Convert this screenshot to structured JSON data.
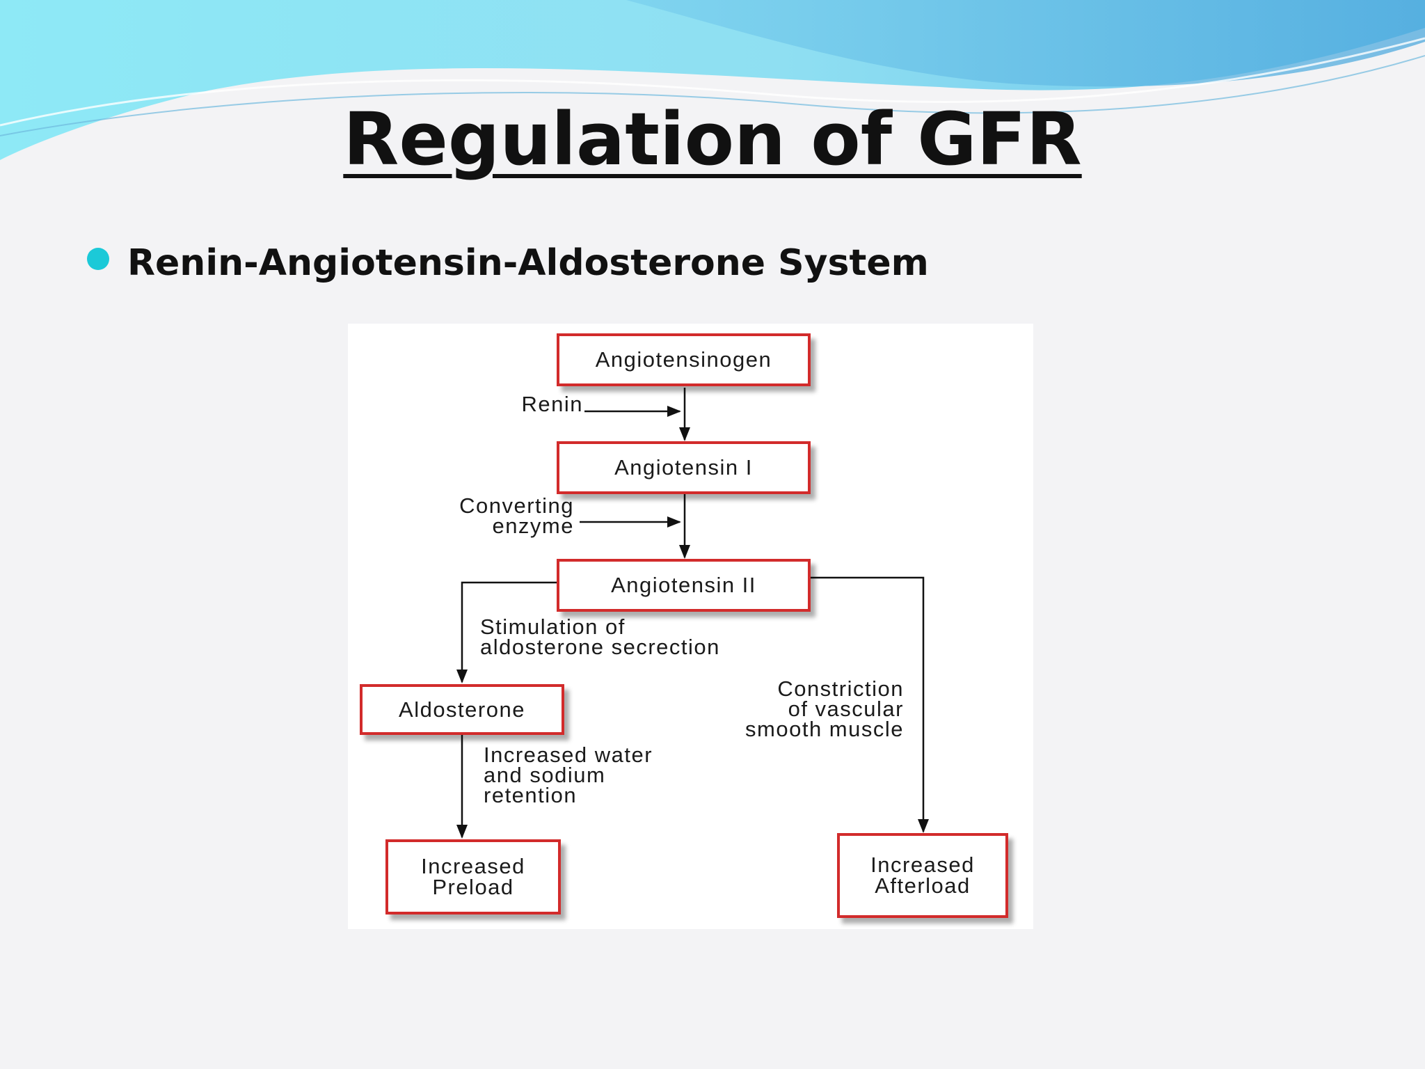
{
  "title": "Regulation of GFR",
  "bullet": "Renin-Angiotensin-Aldosterone System",
  "colors": {
    "accent": "#1bc9d8",
    "box_border": "#d22b2b",
    "wave_light": "#8fe8f5",
    "wave_dark": "#5cb3e2"
  },
  "diagram": {
    "nodes": {
      "angiotensinogen": "Angiotensinogen",
      "angiotensin_1": "Angiotensin I",
      "angiotensin_2": "Angiotensin II",
      "aldosterone": "Aldosterone",
      "increased_preload": "Increased\nPreload",
      "increased_afterload": "Increased\nAfterload"
    },
    "labels": {
      "renin": "Renin",
      "converting_enzyme": "Converting\nenzyme",
      "stimulation": "Stimulation of\naldosterone secrection",
      "water_retention": "Increased water\nand sodium\nretention",
      "constriction": "Constriction\nof vascular\nsmooth muscle"
    }
  }
}
